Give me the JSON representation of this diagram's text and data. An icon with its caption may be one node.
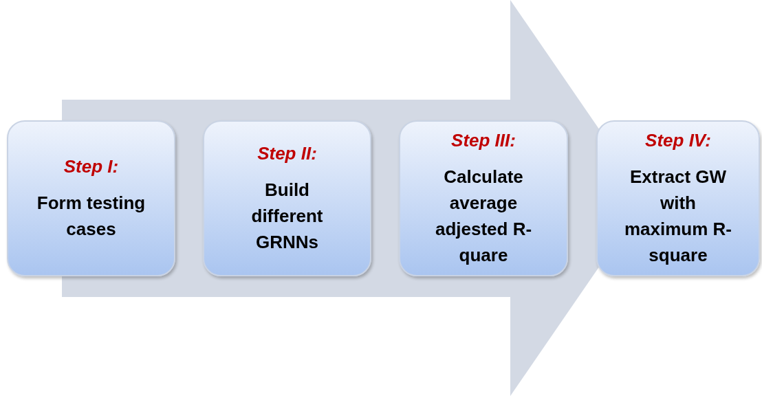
{
  "diagram": {
    "nodes": [
      {
        "text": [
          "Step I:",
          "Form testing cases"
        ]
      },
      {
        "text": [
          "Step II:",
          "Build different GRNNs"
        ]
      },
      {
        "text": [
          "Step III:",
          "Calculate average adjested R-quare"
        ]
      },
      {
        "text": [
          "Step IV:",
          "Extract GW with maximum R-square"
        ]
      }
    ],
    "edges": [
      {
        "from": 0,
        "to": 3,
        "arrow": "to"
      }
    ]
  }
}
